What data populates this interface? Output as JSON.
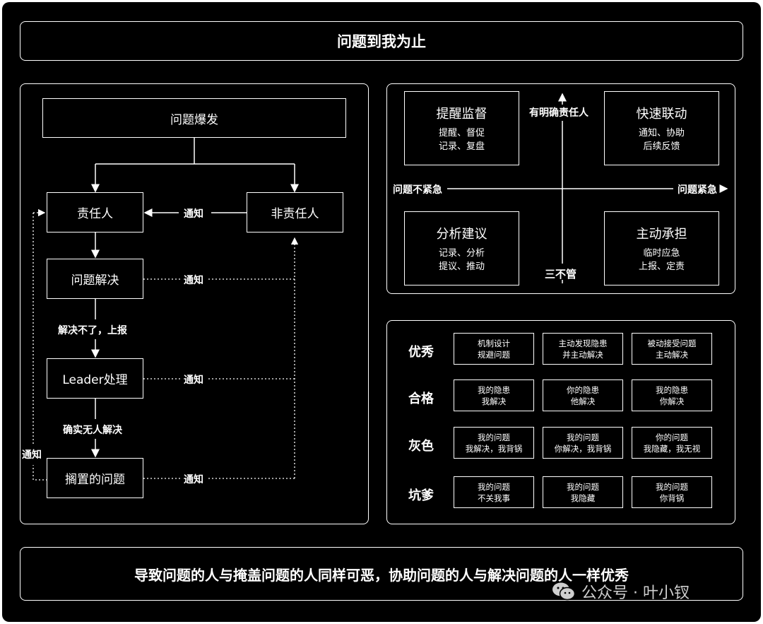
{
  "header": {
    "title": "问题到我为止"
  },
  "flowchart": {
    "top_node": "问题爆发",
    "responsible": "责任人",
    "non_responsible": "非责任人",
    "solve": "问题解决",
    "leader": "Leader处理",
    "shelved": "搁置的问题",
    "edge_notify": "通知",
    "edge_escalate": "解决不了，上报",
    "edge_nobody": "确实无人解决"
  },
  "quadrant": {
    "top_left": {
      "title": "提醒监督",
      "line1": "提醒、督促",
      "line2": "记录、复盘"
    },
    "top_right": {
      "title": "快速联动",
      "line1": "通知、协助",
      "line2": "后续反馈"
    },
    "bottom_left": {
      "title": "分析建议",
      "line1": "记录、分析",
      "line2": "提议、推动"
    },
    "bottom_right": {
      "title": "主动承担",
      "line1": "临时应急",
      "line2": "上报、定责"
    },
    "axis_top": "有明确责任人",
    "axis_bottom": "三不管",
    "axis_left": "问题不紧急",
    "axis_right": "问题紧急"
  },
  "levels": {
    "rows": [
      {
        "label": "优秀",
        "cells": [
          [
            "机制设计",
            "规避问题"
          ],
          [
            "主动发现隐患",
            "并主动解决"
          ],
          [
            "被动接受问题",
            "主动解决"
          ]
        ]
      },
      {
        "label": "合格",
        "cells": [
          [
            "我的隐患",
            "我解决"
          ],
          [
            "你的隐患",
            "他解决"
          ],
          [
            "我的隐患",
            "你解决"
          ]
        ]
      },
      {
        "label": "灰色",
        "cells": [
          [
            "我的问题",
            "我解决，我背锅"
          ],
          [
            "我的问题",
            "你解决，我背锅"
          ],
          [
            "你的问题",
            "我隐藏，我无视"
          ]
        ]
      },
      {
        "label": "坑爹",
        "cells": [
          [
            "我的问题",
            "不关我事"
          ],
          [
            "我的问题",
            "我隐藏"
          ],
          [
            "我的问题",
            "你背锅"
          ]
        ]
      }
    ]
  },
  "footer": {
    "text": "导致问题的人与掩盖问题的人同样可恶，协助问题的人与解决问题的人一样优秀"
  },
  "watermark": {
    "text": "公众号 · 叶小钗",
    "icon": "wechat-icon"
  },
  "colors": {
    "background": "#000000",
    "foreground": "#ffffff"
  }
}
